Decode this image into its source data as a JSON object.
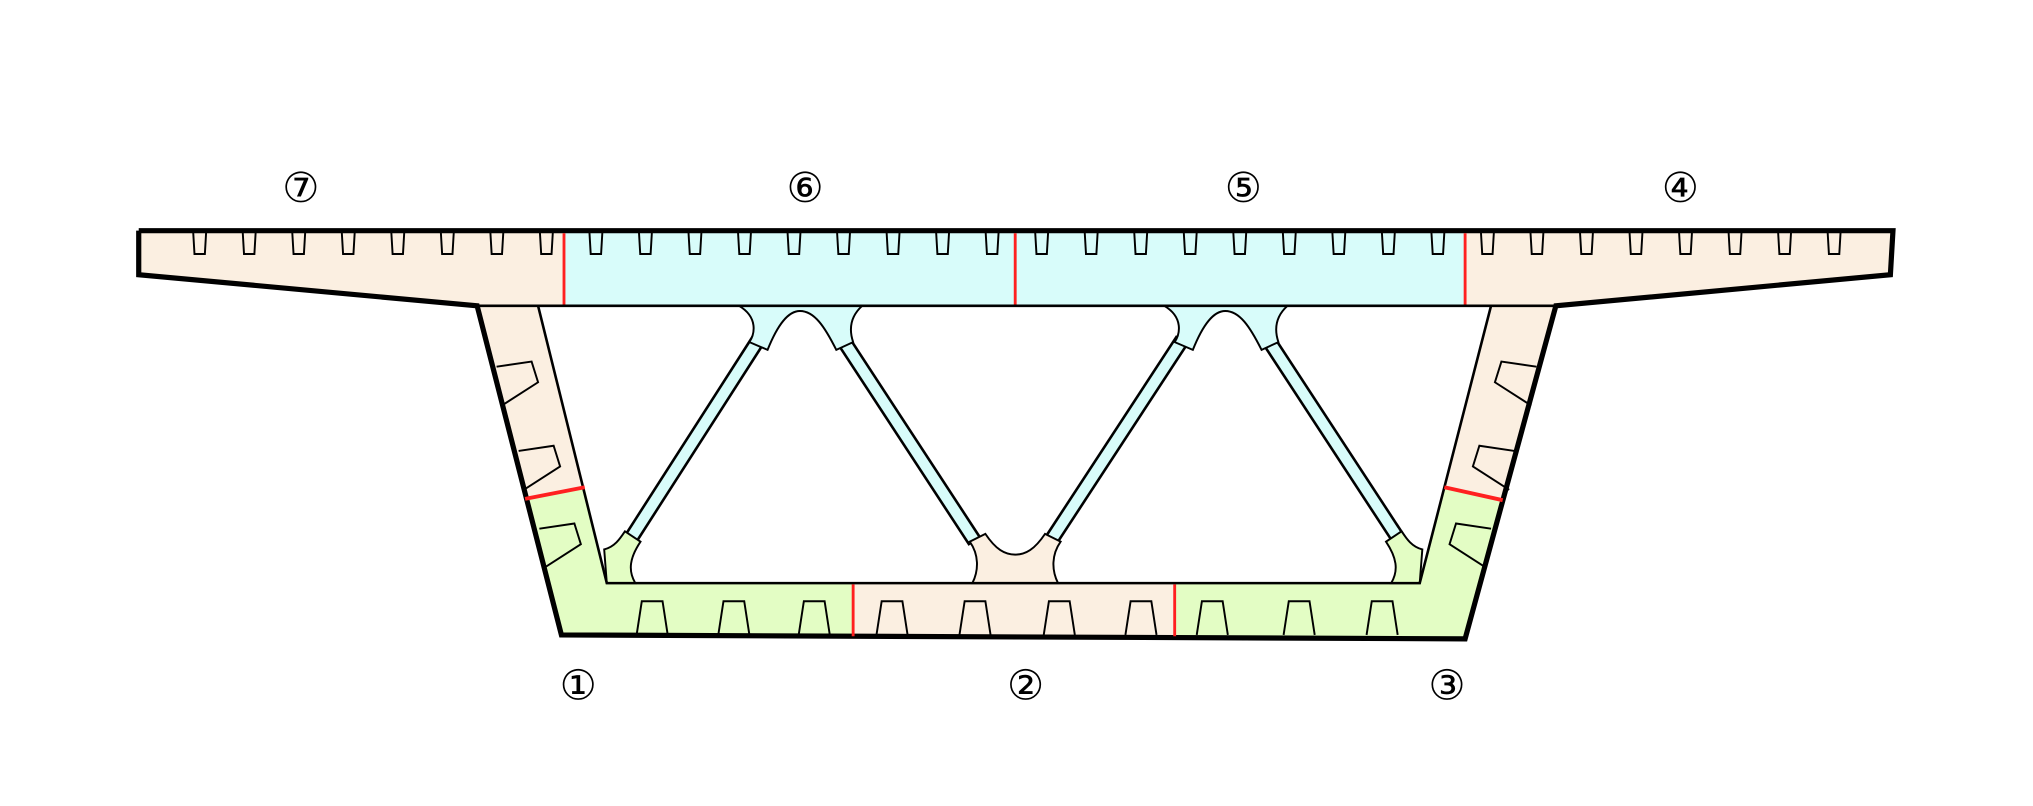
{
  "diagram": {
    "type": "steel box girder cross-section with segment numbering",
    "segments_top": [
      "⑦",
      "⑥",
      "⑤",
      "④"
    ],
    "segments_bottom": [
      "①",
      "②",
      "③"
    ],
    "colors": {
      "beige": "#FBEFE1",
      "blue": "#D8FCFA",
      "green": "#E3FDC4",
      "joint": "#FF2020",
      "outline": "#000000"
    }
  }
}
